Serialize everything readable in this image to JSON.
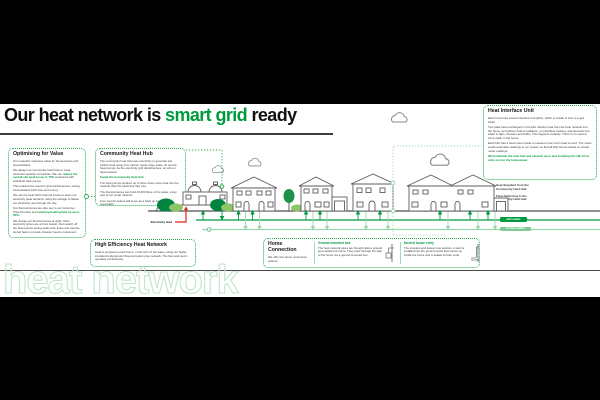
{
  "title": {
    "prefix": "Our heat network is ",
    "highlight": "smart grid",
    "suffix": " ready"
  },
  "watermark": "heat network",
  "colors": {
    "brand_green": "#009A3E",
    "light_green": "#9BD8AC",
    "red": "#E2231A"
  },
  "labels": {
    "electricity_feed": "Electricity feed",
    "hot_water": "Hot water",
    "cooler_water": "Cooler water"
  },
  "legend": {
    "supply": "Heat Supplied from the Community Heat Hub",
    "return": "Flow Returning to the Community Heat Hub"
  },
  "boxes": {
    "optimising": {
      "heading": "Optimising for Value",
      "paras": [
        {
          "segments": [
            {
              "text": "Our networks maximise value for homeowners and householders."
            }
          ]
        },
        {
          "segments": [
            {
              "text": "We design our community heat hubs to meet electrical capacity constraints. We can "
            },
            {
              "text": "reduce the overall site peak by up to 75%",
              "green": true
            },
            {
              "text": " compared with individual heat pumps."
            }
          ]
        },
        {
          "segments": [
            {
              "text": "This reduces the need for grid reinforcement, saving householders both time and money."
            }
          ]
        },
        {
          "segments": [
            {
              "text": "We use the heat hub's thermal stores to lower our electricity peak demand, using the storage to flatten our electricity use through the day."
            }
          ]
        },
        {
          "segments": [
            {
              "text": "Our thermal stores are also key to our Customer Price Promise and "
            },
            {
              "text": "reducing heating bills by up to 20%.",
              "green": true
            }
          ]
        },
        {
          "segments": [
            {
              "text": "We charge our thermal stores at night, when electricity prices are at their lowest, then switch off the heat pumps during peak price times and use the stored heat to provide cheaper heat to customers."
            }
          ]
        }
      ]
    },
    "community": {
      "heading": "Community Heat Hub",
      "paras": [
        {
          "segments": [
            {
              "text": "The community heat hub uses electricity to generate low carbon heat using zero carbon ready, large scale, air source heat pumps. As the electricity grid decarbonises, so will our heat network."
            }
          ]
        },
        {
          "segments": [
            {
              "text": "Inside the Community Heat Hub",
              "green": true
            }
          ]
        },
        {
          "segments": [
            {
              "text": "The heat pumps produce up to three times more heat into the network than the electricity they use."
            }
          ]
        },
        {
          "segments": [
            {
              "text": "The thermal stores can hold 40,000 litres of hot water, a key part of our smart network."
            }
          ]
        },
        {
          "segments": [
            {
              "text": "Four electric boilers will serve as a back up for every eventuality."
            }
          ]
        }
      ]
    },
    "high_efficiency": {
      "heading": "High Efficiency Heat Network",
      "paras": [
        {
          "segments": [
            {
              "text": "Heat is pumped to each home, in the form of hot water, using our highly insulated underground flow and return pipe network. The flow and return operates continuously."
            }
          ]
        }
      ]
    },
    "home_connection": {
      "heading": "Home Connection",
      "intro": "We offer two home connection options:",
      "options": [
        {
          "heading": "Ground mounted box",
          "text": "The heat network pipes are brought above ground just outside the home. They pass through the wall of the home via a ground mounted box."
        },
        {
          "heading": "Ducted house entry",
          "text": "The simplest and lowest cost solution. A duct is installed into the ground works that comes up inside the home and is sealed at both ends."
        }
      ]
    },
    "hiu": {
      "heading": "Heat Interface Unit",
      "paras": [
        {
          "segments": [
            {
              "text": "Each home has a Heat Interface Unit (HIU), which is similar in size to a gas boiler."
            }
          ]
        },
        {
          "segments": [
            {
              "text": "Two plate heat exchangers in the HIU transfer heat from the heat network into the home, and deliver heat to radiators, or underfloor heating, and domestic hot water to taps, showers and baths. This happens instantly. There is no need to store water in the home."
            }
          ]
        },
        {
          "segments": [
            {
              "text": "Each HIU has a heat meter inside to measure how much heat is used. The meter sends automatic readings to our system so that all bills can be based on actual meter readings."
            }
          ]
        },
        {
          "segments": [
            {
              "text": "We'll maintain the heat hub and network up to and including the HIU at no extra cost to the homeowner.",
              "green": true
            }
          ]
        }
      ]
    }
  }
}
